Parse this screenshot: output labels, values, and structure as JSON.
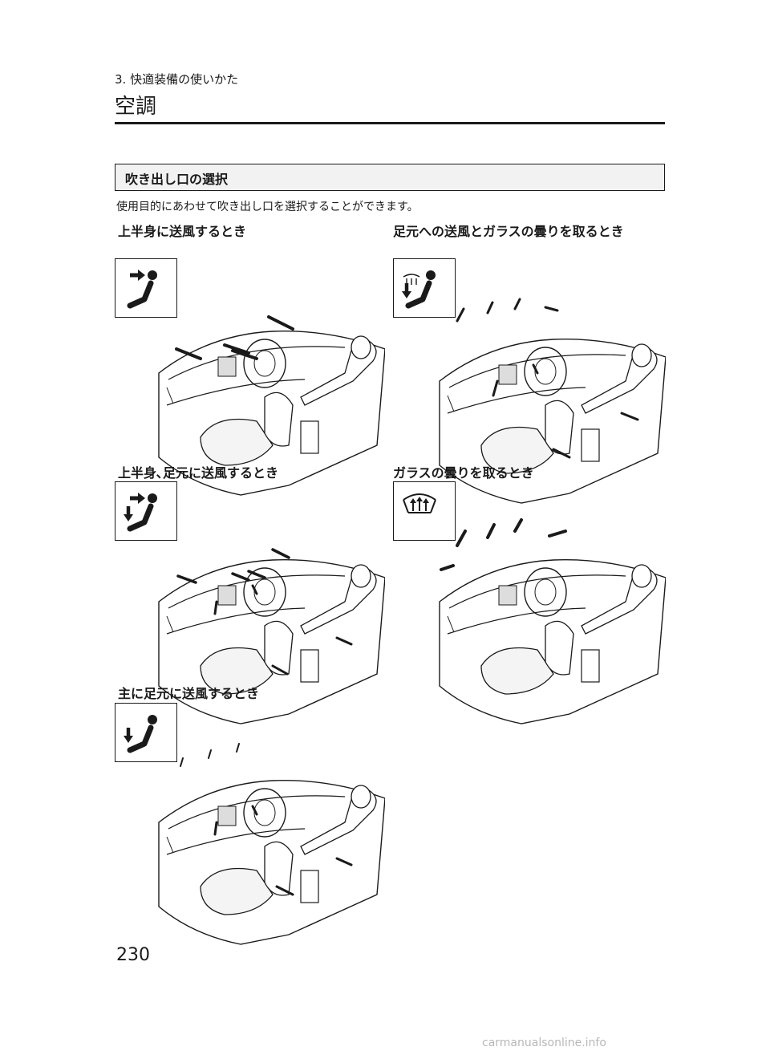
{
  "header": {
    "chapter": "3. 快適装備の使いかた",
    "title": "空調"
  },
  "section": {
    "title": "吹き出し口の選択",
    "intro": "使用目的にあわせて吹き出し口を選択することができます。"
  },
  "modes": [
    {
      "caption": "上半身に送風するとき",
      "icon": "face-vent-icon"
    },
    {
      "caption": "足元への送風とガラスの曇りを取るとき",
      "icon": "foot-defrost-icon"
    },
    {
      "caption": "上半身､足元に送風するとき",
      "icon": "bi-level-icon"
    },
    {
      "caption": "ガラスの曇りを取るとき",
      "icon": "defrost-icon"
    },
    {
      "caption": "主に足元に送風するとき",
      "icon": "foot-vent-icon"
    }
  ],
  "footer": {
    "page_number": "230",
    "watermark": "carmanualsonline.info"
  }
}
